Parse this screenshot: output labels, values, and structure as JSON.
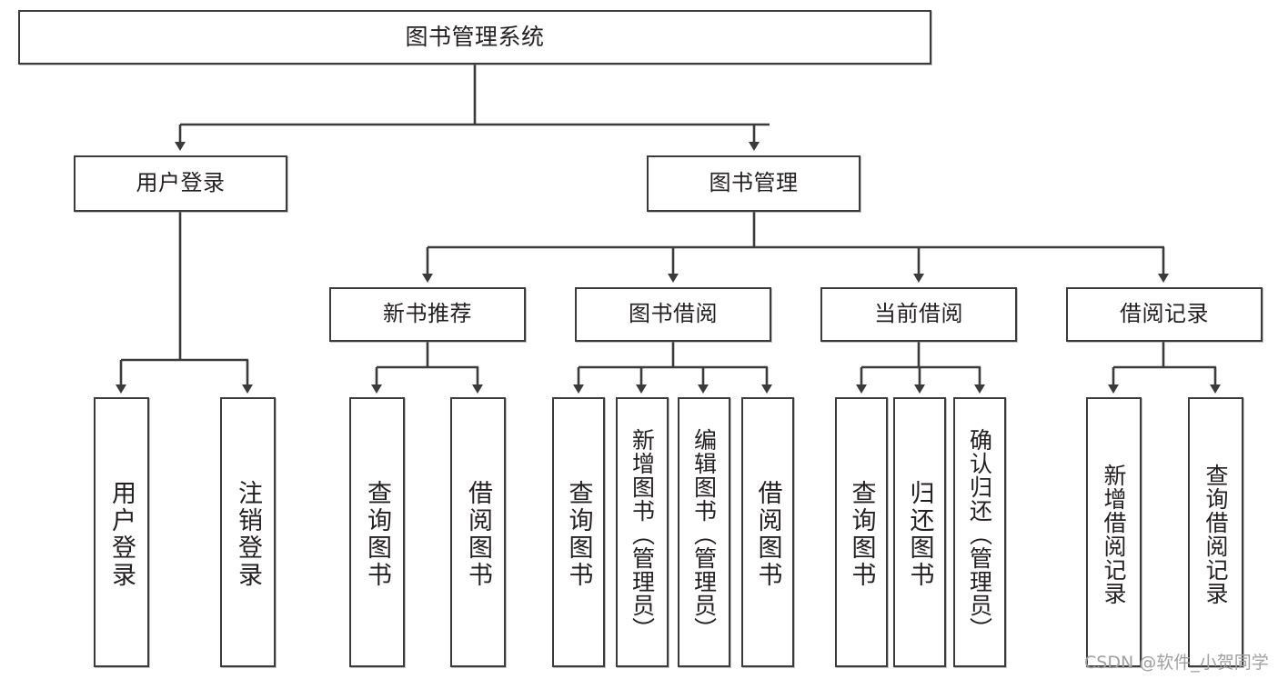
{
  "diagram": {
    "title": "图书管理系统",
    "type": "tree-hierarchy",
    "watermark": "CSDN @软件_小贺同学",
    "colors": {
      "stroke": "#3b3b3b",
      "fill": "#ffffff",
      "text": "#231f20",
      "watermark": "#9fa0a2"
    },
    "levels": {
      "root": {
        "label": "图书管理系统"
      },
      "level2": [
        {
          "label": "用户登录"
        },
        {
          "label": "图书管理"
        }
      ],
      "level3": [
        {
          "label": "新书推荐"
        },
        {
          "label": "图书借阅"
        },
        {
          "label": "当前借阅"
        },
        {
          "label": "借阅记录"
        }
      ],
      "leaves": {
        "user_login": [
          {
            "label": "用户登录"
          },
          {
            "label": "注销登录"
          }
        ],
        "new_book_recommend": [
          {
            "label": "查询图书"
          },
          {
            "label": "借阅图书"
          }
        ],
        "book_borrow": [
          {
            "label": "查询图书"
          },
          {
            "label": "新增图书（管理员）"
          },
          {
            "label": "编辑图书（管理员）"
          },
          {
            "label": "借阅图书"
          }
        ],
        "current_borrow": [
          {
            "label": "查询图书"
          },
          {
            "label": "归还图书"
          },
          {
            "label": "确认归还（管理员）"
          }
        ],
        "borrow_record": [
          {
            "label": "新增借阅记录"
          },
          {
            "label": "查询借阅记录"
          }
        ]
      }
    }
  }
}
